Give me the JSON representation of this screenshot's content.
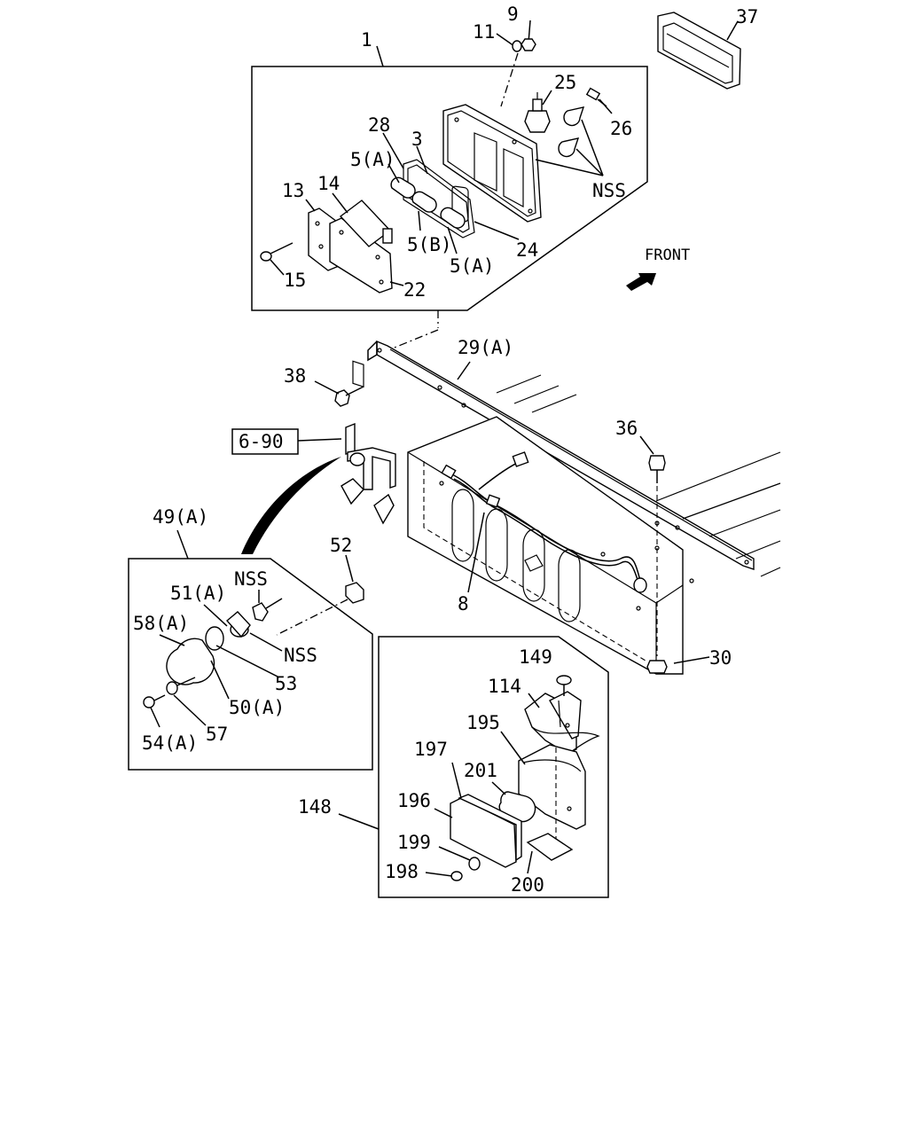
{
  "labels": {
    "l1": "1",
    "l9": "9",
    "l11": "11",
    "l37": "37",
    "l25": "25",
    "l26": "26",
    "l28": "28",
    "l3": "3",
    "l5a_top": "5(A)",
    "l13": "13",
    "l14": "14",
    "l5b": "5(B)",
    "l5a_bot": "5(A)",
    "l24": "24",
    "lnss_top": "NSS",
    "l15": "15",
    "l22": "22",
    "front": "FRONT",
    "l29a": "29(A)",
    "l38": "38",
    "ref690": "6-90",
    "l36": "36",
    "l49a": "49(A)",
    "l52": "52",
    "l8": "8",
    "lnss_a": "NSS",
    "l51a": "51(A)",
    "l58a": "58(A)",
    "lnss_b": "NSS",
    "l53": "53",
    "l50a": "50(A)",
    "l57": "57",
    "l54a": "54(A)",
    "l30": "30",
    "l149": "149",
    "l114": "114",
    "l195": "195",
    "l197": "197",
    "l201": "201",
    "l148": "148",
    "l196": "196",
    "l199": "199",
    "l198": "198",
    "l200": "200"
  },
  "icons": [
    "front-arrow-icon"
  ]
}
